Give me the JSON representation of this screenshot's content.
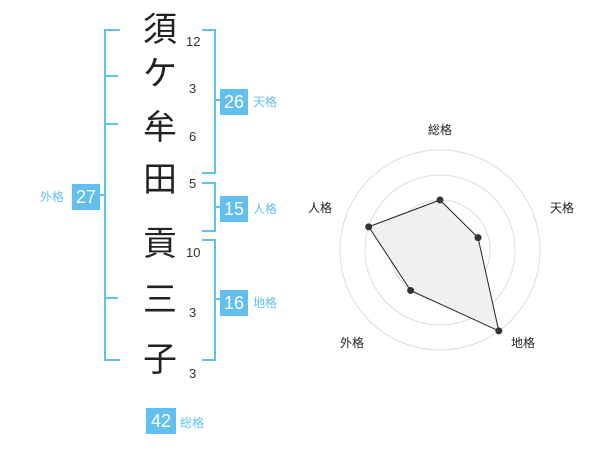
{
  "name_chars": [
    "須",
    "ケ",
    "牟",
    "田",
    "貢",
    "三",
    "子"
  ],
  "strokes": [
    "12",
    "3",
    "6",
    "5",
    "10",
    "3",
    "3"
  ],
  "kaku": {
    "tenkaku": {
      "value": "26",
      "label": "天格"
    },
    "jinkaku": {
      "value": "15",
      "label": "人格"
    },
    "chikaku": {
      "value": "16",
      "label": "地格"
    },
    "gaikaku": {
      "value": "27",
      "label": "外格"
    },
    "soukaku": {
      "value": "42",
      "label": "総格"
    }
  },
  "radar": {
    "axes": [
      "総格",
      "天格",
      "地格",
      "外格",
      "人格"
    ],
    "values": [
      0.5,
      0.4,
      1.0,
      0.5,
      0.75
    ],
    "rings": 4,
    "colors": {
      "fill": "#f0f0f0",
      "line": "#222222",
      "grid": "#dddddd",
      "point": "#333333"
    }
  },
  "colors": {
    "accent": "#63bff0"
  }
}
